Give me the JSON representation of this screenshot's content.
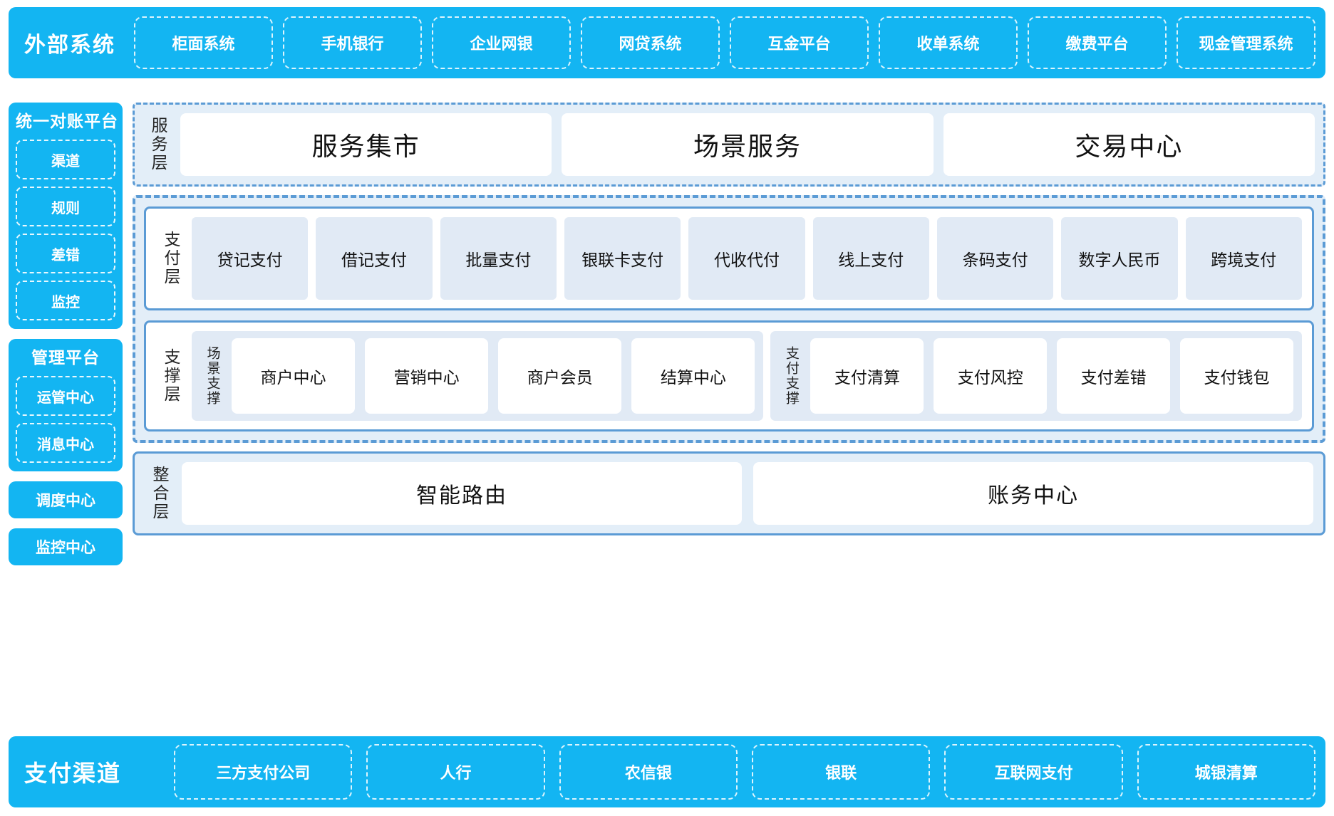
{
  "external_systems": {
    "title": "外部系统",
    "items": [
      "柜面系统",
      "手机银行",
      "企业网银",
      "网贷系统",
      "互金平台",
      "收单系统",
      "缴费平台",
      "现金管理系统"
    ]
  },
  "rail": {
    "reconciliation": {
      "title": "统一对账平台",
      "items": [
        "渠道",
        "规则",
        "差错",
        "监控"
      ]
    },
    "management": {
      "title": "管理平台",
      "items": [
        "运管中心",
        "消息中心"
      ]
    },
    "standalone": [
      "调度中心",
      "监控中心"
    ]
  },
  "service_layer": {
    "label": "服务层",
    "cards": [
      "服务集市",
      "场景服务",
      "交易中心"
    ]
  },
  "payment_layer": {
    "label": "支付层",
    "chips": [
      "贷记支付",
      "借记支付",
      "批量支付",
      "银联卡支付",
      "代收代付",
      "线上支付",
      "条码支付",
      "数字人民币",
      "跨境支付"
    ]
  },
  "support_layer": {
    "label": "支撑层",
    "groups": [
      {
        "label": "场景支撑",
        "items": [
          "商户中心",
          "营销中心",
          "商户会员",
          "结算中心"
        ]
      },
      {
        "label": "支付支撑",
        "items": [
          "支付清算",
          "支付风控",
          "支付差错",
          "支付钱包"
        ]
      }
    ]
  },
  "integration_layer": {
    "label": "整合层",
    "cards": [
      "智能路由",
      "账务中心"
    ]
  },
  "payment_channels": {
    "title": "支付渠道",
    "items": [
      "三方支付公司",
      "人行",
      "农信银",
      "银联",
      "互联网支付",
      "城银清算"
    ]
  },
  "colors": {
    "brand_blue": "#13b5f2",
    "panel_border": "#5b9bd5",
    "panel_bg": "#e3eef8",
    "chip_bg": "#e1eaf5"
  }
}
